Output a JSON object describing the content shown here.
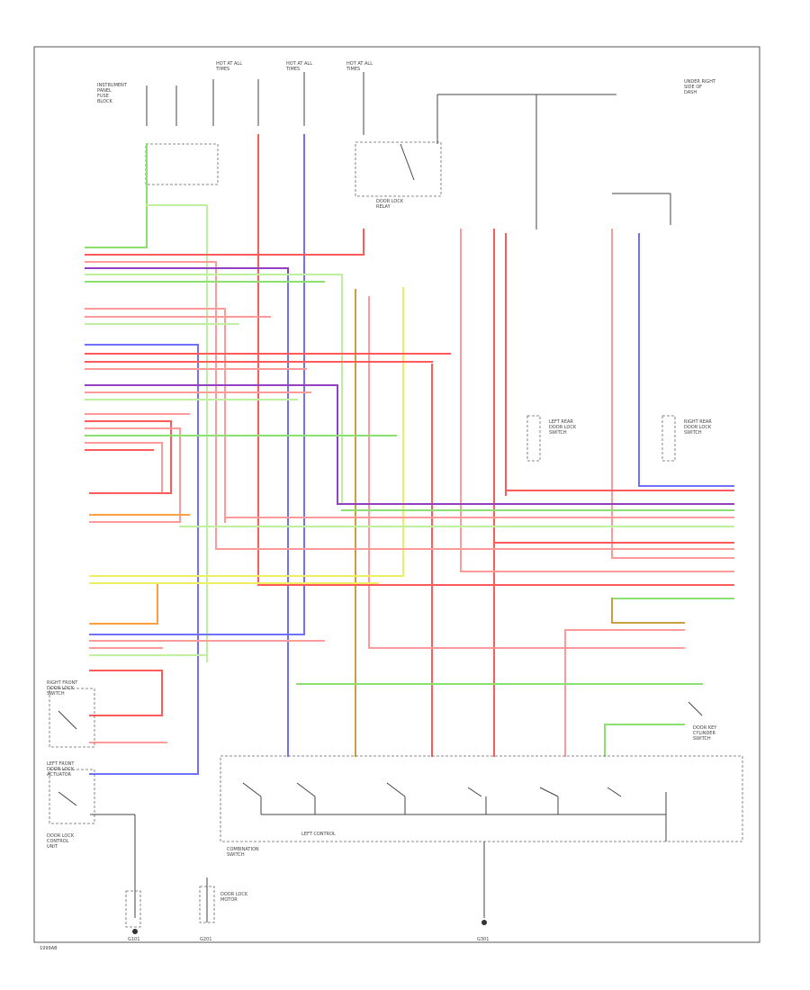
{
  "diagram": {
    "footer_code": "1999AB",
    "colors": {
      "red": "#ff5a5a",
      "pink": "#ff9a9a",
      "green": "#8ce070",
      "light_green": "#bff0a0",
      "blue": "#7070ff",
      "purple": "#9040c0",
      "orange": "#ffa040",
      "yellow": "#eeee60",
      "brown": "#c8a040",
      "ground": "#333333",
      "frame": "#555555"
    },
    "labels": {
      "top_left_module": "INSTRUMENT\nPANEL\nFUSE\nBLOCK",
      "hot_1": "HOT AT ALL\nTIMES",
      "hot_2": "HOT AT ALL\nTIMES",
      "hot_3": "HOT AT ALL\nTIMES",
      "relay_label": "DOOR LOCK\nRELAY",
      "top_right_note": "UNDER RIGHT\nSIDE OF\nDASH",
      "left_rear_switch": "LEFT REAR\nDOOR LOCK\nSWITCH",
      "right_rear_switch": "RIGHT REAR\nDOOR LOCK\nSWITCH",
      "left_front_actuator": "LEFT FRONT\nDOOR LOCK\nACTUATOR",
      "right_front_switch": "RIGHT FRONT\nDOOR LOCK\nSWITCH",
      "door_lock_control": "DOOR LOCK\nCONTROL\nUNIT",
      "key_switch": "DOOR KEY\nCYLINDER\nSWITCH",
      "combination_switch": "COMBINATION\nSWITCH",
      "left_control": "LEFT CONTROL",
      "door_lock_motor": "DOOR LOCK\nMOTOR",
      "ground_1": "G101",
      "ground_2": "G201",
      "ground_3": "G301"
    }
  }
}
